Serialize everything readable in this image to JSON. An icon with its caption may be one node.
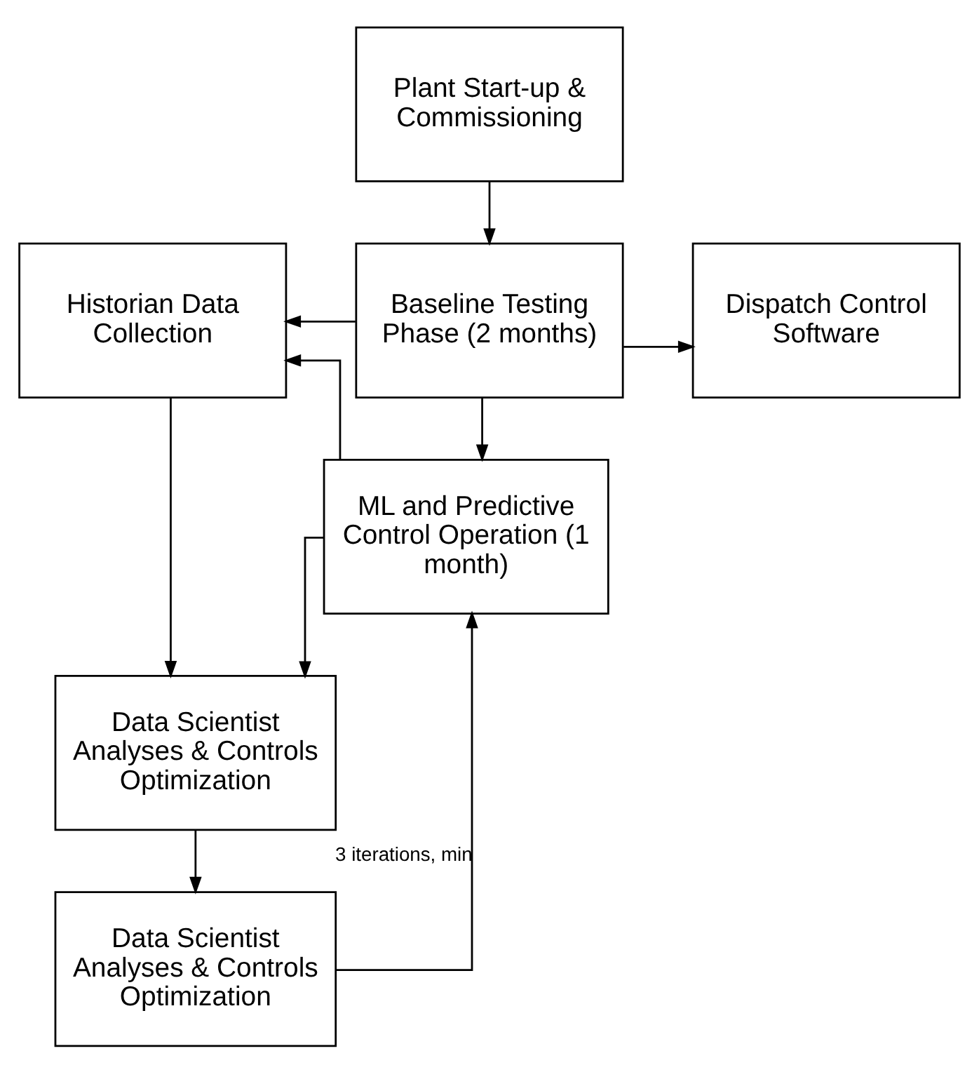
{
  "diagram": {
    "nodes": [
      {
        "text": [
          "Plant Start-up & Commissioning"
        ]
      },
      {
        "text": [
          "Historian Data Collection"
        ]
      },
      {
        "text": [
          "Baseline Testing Phase (2 months)"
        ]
      },
      {
        "text": [
          "Dispatch Control Software"
        ]
      },
      {
        "text": [
          "ML and Predictive Control Operation (1 month)"
        ]
      },
      {
        "text": [
          "Data Scientist Analyses & Controls Optimization"
        ]
      },
      {
        "text": [
          "Data Scientist Analyses & Controls Optimization"
        ]
      }
    ],
    "edges": [
      {
        "from": 0,
        "to": 2,
        "arrow": "to"
      },
      {
        "from": 2,
        "to": 1,
        "arrow": "to"
      },
      {
        "from": 2,
        "to": 3,
        "arrow": "to"
      },
      {
        "from": 2,
        "to": 4,
        "arrow": "to"
      },
      {
        "from": 4,
        "to": 1,
        "arrow": "to"
      },
      {
        "from": 1,
        "to": 5,
        "arrow": "to"
      },
      {
        "from": 4,
        "to": 5,
        "arrow": "to"
      },
      {
        "from": 5,
        "to": 6,
        "arrow": "to"
      },
      {
        "from": 6,
        "to": 4,
        "label": "3 iterations, min",
        "arrow": "to"
      }
    ]
  }
}
